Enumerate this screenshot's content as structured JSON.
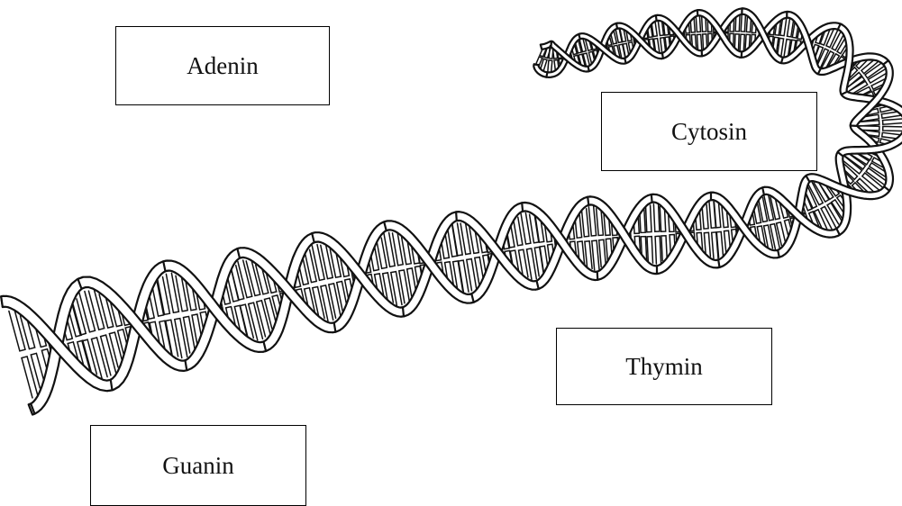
{
  "labels": {
    "adenin": "Adenin",
    "cytosin": "Cytosin",
    "thymin": "Thymin",
    "guanin": "Guanin"
  },
  "diagram": {
    "subject": "dna-double-helix",
    "stroke_color": "#111111",
    "background_color": "#ffffff"
  }
}
